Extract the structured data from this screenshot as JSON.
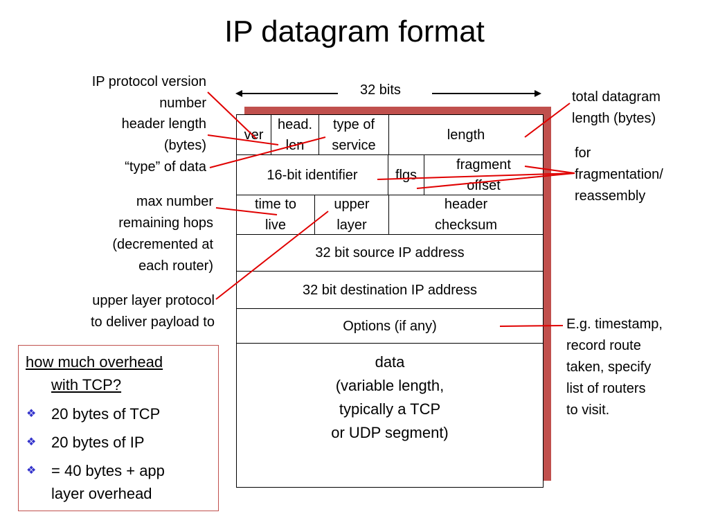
{
  "title": "IP datagram format",
  "bits_label": "32 bits",
  "fields": {
    "ver": "ver",
    "head_len_1": "head.",
    "head_len_2": "len",
    "tos_1": "type of",
    "tos_2": "service",
    "length": "length",
    "identifier": "16-bit identifier",
    "flgs": "flgs",
    "frag_1": "fragment",
    "frag_2": "offset",
    "ttl_1": "time to",
    "ttl_2": "live",
    "upper_1": "upper",
    "upper_2": "layer",
    "checksum_1": "header",
    "checksum_2": "checksum",
    "src": "32 bit source IP address",
    "dst": "32 bit destination IP address",
    "options": "Options (if any)",
    "data_1": "data",
    "data_2": "(variable length,",
    "data_3": "typically a TCP",
    "data_4": "or UDP segment)"
  },
  "annotations": {
    "ip_version_1": "IP protocol version",
    "ip_version_2": "number",
    "header_length_1": "header length",
    "header_length_2": "(bytes)",
    "type_of_data": "“type” of data",
    "max_hops_1": "max number",
    "max_hops_2": "remaining hops",
    "max_hops_3": "(decremented at",
    "max_hops_4": "each router)",
    "upper_proto_1": "upper layer protocol",
    "upper_proto_2": "to deliver payload to",
    "total_length_1": "total datagram",
    "total_length_2": "length (bytes)",
    "frag_1": "for",
    "frag_2": "fragmentation/",
    "frag_3": "reassembly",
    "options_1": "E.g. timestamp,",
    "options_2": "record route",
    "options_3": "taken, specify",
    "options_4": "list of routers",
    "options_5": "to visit."
  },
  "overhead": {
    "title_1": "how much overhead",
    "title_2": "with TCP?",
    "items": [
      "20 bytes of TCP",
      "20 bytes of IP",
      "= 40 bytes + app",
      "layer overhead"
    ]
  },
  "colors": {
    "accent": "#c0504d",
    "pointer": "#e00000",
    "bullet": "#3333cc"
  }
}
